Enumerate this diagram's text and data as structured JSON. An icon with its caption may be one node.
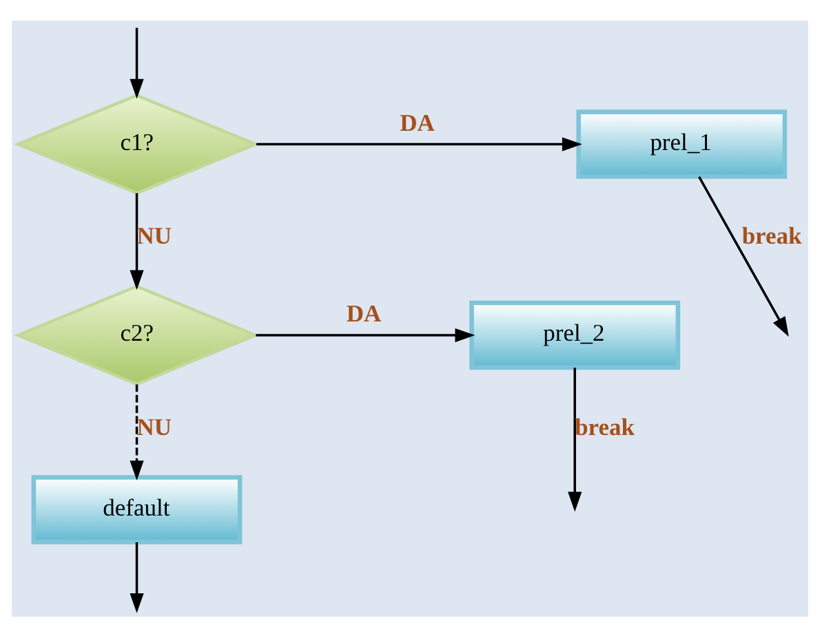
{
  "diagram": {
    "nodes": [
      {
        "text": [
          "c1?"
        ]
      },
      {
        "text": [
          "prel_1"
        ]
      },
      {
        "text": [
          "c2?"
        ]
      },
      {
        "text": [
          "prel_2"
        ]
      },
      {
        "text": [
          "default"
        ]
      }
    ],
    "edges": [
      {
        "from": null,
        "to": 0,
        "arrow": "to"
      },
      {
        "from": 0,
        "to": 1,
        "label": "DA",
        "arrow": "to"
      },
      {
        "from": 0,
        "to": 2,
        "label": "NU",
        "arrow": "to"
      },
      {
        "from": 2,
        "to": 3,
        "label": "DA",
        "arrow": "to"
      },
      {
        "from": 2,
        "to": 4,
        "label": "NU",
        "arrow": "to",
        "style": "dashed"
      },
      {
        "from": 1,
        "to": null,
        "label": "break",
        "arrow": "to"
      },
      {
        "from": 3,
        "to": null,
        "label": "break",
        "arrow": "to"
      },
      {
        "from": 4,
        "to": null,
        "arrow": "to"
      }
    ]
  }
}
